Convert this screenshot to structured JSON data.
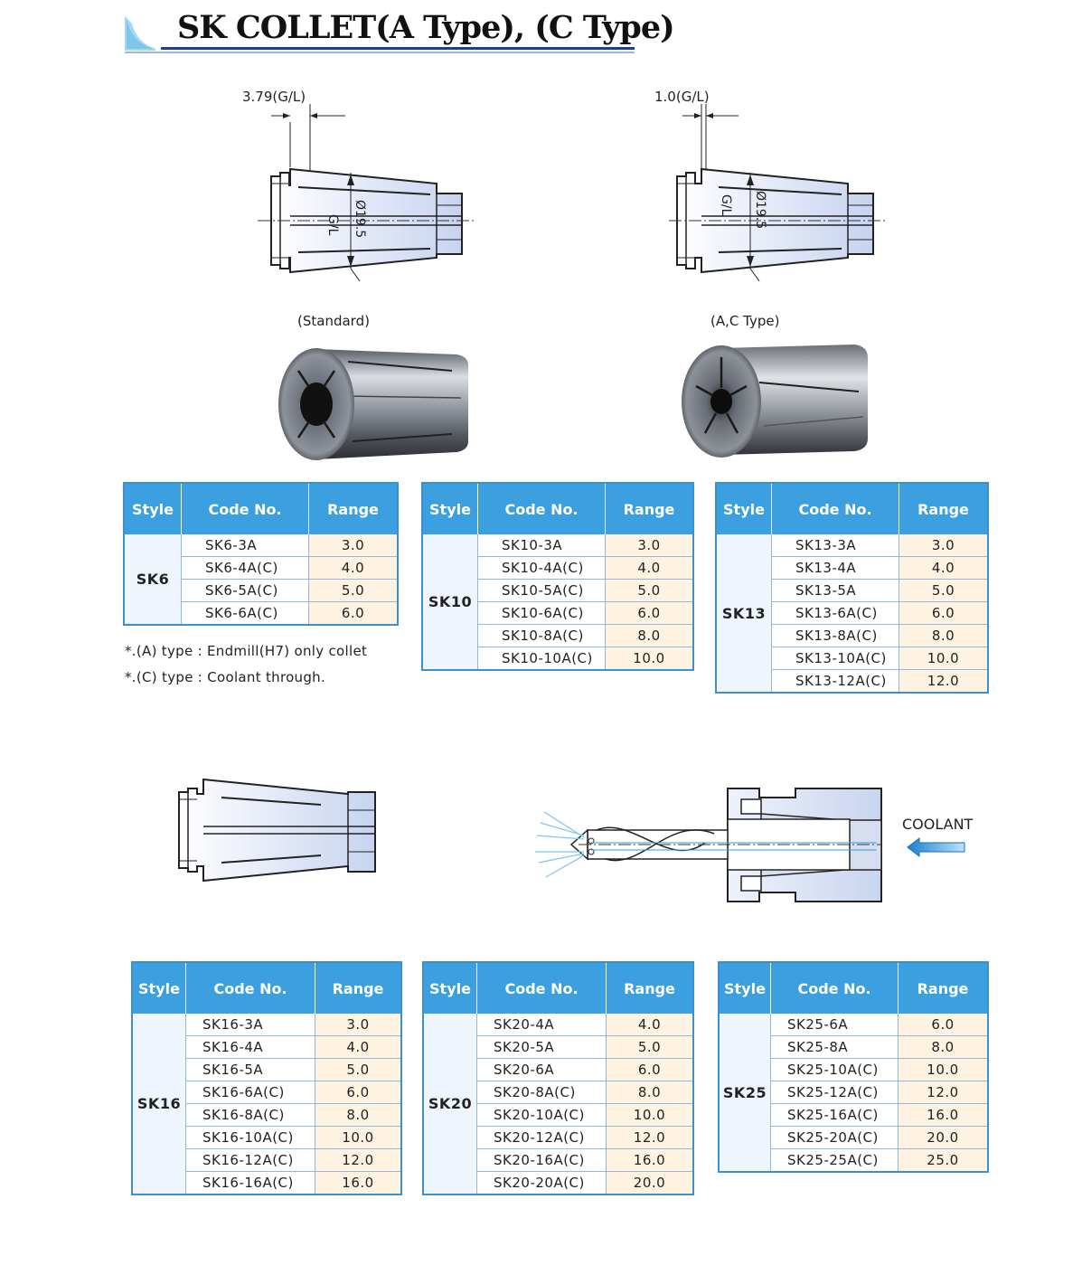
{
  "title": "SK COLLET(A Type), (C Type)",
  "dims": {
    "left": "3.79(G/L)",
    "right": "1.0(G/L)"
  },
  "drawing_labels": {
    "gl": "G/L",
    "diameter": "Ø19.5"
  },
  "captions": {
    "standard": "(Standard)",
    "ac_type": "(A,C Type)"
  },
  "notes": [
    "*.(A) type : Endmill(H7) only collet",
    "*.(C) type : Coolant through."
  ],
  "coolant_label": "COOLANT",
  "headers": {
    "style": "Style",
    "code": "Code No.",
    "range": "Range"
  },
  "tables": [
    {
      "style": "SK6",
      "rows": [
        {
          "code": "SK6-3A",
          "range": "3.0"
        },
        {
          "code": "SK6-4A(C)",
          "range": "4.0"
        },
        {
          "code": "SK6-5A(C)",
          "range": "5.0"
        },
        {
          "code": "SK6-6A(C)",
          "range": "6.0"
        }
      ]
    },
    {
      "style": "SK10",
      "rows": [
        {
          "code": "SK10-3A",
          "range": "3.0"
        },
        {
          "code": "SK10-4A(C)",
          "range": "4.0"
        },
        {
          "code": "SK10-5A(C)",
          "range": "5.0"
        },
        {
          "code": "SK10-6A(C)",
          "range": "6.0"
        },
        {
          "code": "SK10-8A(C)",
          "range": "8.0"
        },
        {
          "code": "SK10-10A(C)",
          "range": "10.0"
        }
      ]
    },
    {
      "style": "SK13",
      "rows": [
        {
          "code": "SK13-3A",
          "range": "3.0"
        },
        {
          "code": "SK13-4A",
          "range": "4.0"
        },
        {
          "code": "SK13-5A",
          "range": "5.0"
        },
        {
          "code": "SK13-6A(C)",
          "range": "6.0"
        },
        {
          "code": "SK13-8A(C)",
          "range": "8.0"
        },
        {
          "code": "SK13-10A(C)",
          "range": "10.0"
        },
        {
          "code": "SK13-12A(C)",
          "range": "12.0"
        }
      ]
    },
    {
      "style": "SK16",
      "rows": [
        {
          "code": "SK16-3A",
          "range": "3.0"
        },
        {
          "code": "SK16-4A",
          "range": "4.0"
        },
        {
          "code": "SK16-5A",
          "range": "5.0"
        },
        {
          "code": "SK16-6A(C)",
          "range": "6.0"
        },
        {
          "code": "SK16-8A(C)",
          "range": "8.0"
        },
        {
          "code": "SK16-10A(C)",
          "range": "10.0"
        },
        {
          "code": "SK16-12A(C)",
          "range": "12.0"
        },
        {
          "code": "SK16-16A(C)",
          "range": "16.0"
        }
      ]
    },
    {
      "style": "SK20",
      "rows": [
        {
          "code": "SK20-4A",
          "range": "4.0"
        },
        {
          "code": "SK20-5A",
          "range": "5.0"
        },
        {
          "code": "SK20-6A",
          "range": "6.0"
        },
        {
          "code": "SK20-8A(C)",
          "range": "8.0"
        },
        {
          "code": "SK20-10A(C)",
          "range": "10.0"
        },
        {
          "code": "SK20-12A(C)",
          "range": "12.0"
        },
        {
          "code": "SK20-16A(C)",
          "range": "16.0"
        },
        {
          "code": "SK20-20A(C)",
          "range": "20.0"
        }
      ]
    },
    {
      "style": "SK25",
      "rows": [
        {
          "code": "SK25-6A",
          "range": "6.0"
        },
        {
          "code": "SK25-8A",
          "range": "8.0"
        },
        {
          "code": "SK25-10A(C)",
          "range": "10.0"
        },
        {
          "code": "SK25-12A(C)",
          "range": "12.0"
        },
        {
          "code": "SK25-16A(C)",
          "range": "16.0"
        },
        {
          "code": "SK25-20A(C)",
          "range": "20.0"
        },
        {
          "code": "SK25-25A(C)",
          "range": "25.0"
        }
      ]
    }
  ]
}
